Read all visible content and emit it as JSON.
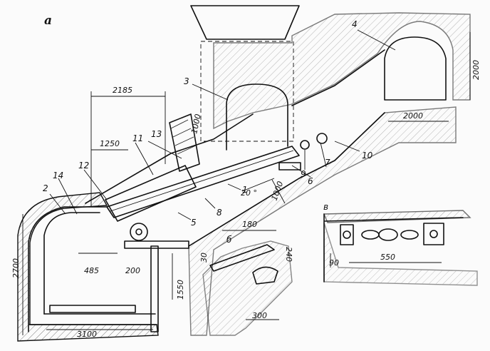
{
  "view_labels": {
    "main": "а",
    "section_b": "б",
    "section_v": "в"
  },
  "dimensions": {
    "d2185": "2185",
    "d1250": "1250",
    "d1000_chute": "1000",
    "d2000_h": "2000",
    "d2000_w": "2000",
    "d20deg": "20 °",
    "d1000_low": "1000",
    "d2700": "2700",
    "d485": "485",
    "d200": "200",
    "d1550": "1550",
    "d3100": "3100",
    "d180": "180",
    "d240": "240",
    "d30": "30",
    "d300": "300",
    "d90": "90",
    "d550": "550"
  },
  "part_numbers": [
    "1",
    "2",
    "3",
    "4",
    "5",
    "6",
    "7",
    "8",
    "9",
    "10",
    "11",
    "12",
    "13",
    "14"
  ]
}
